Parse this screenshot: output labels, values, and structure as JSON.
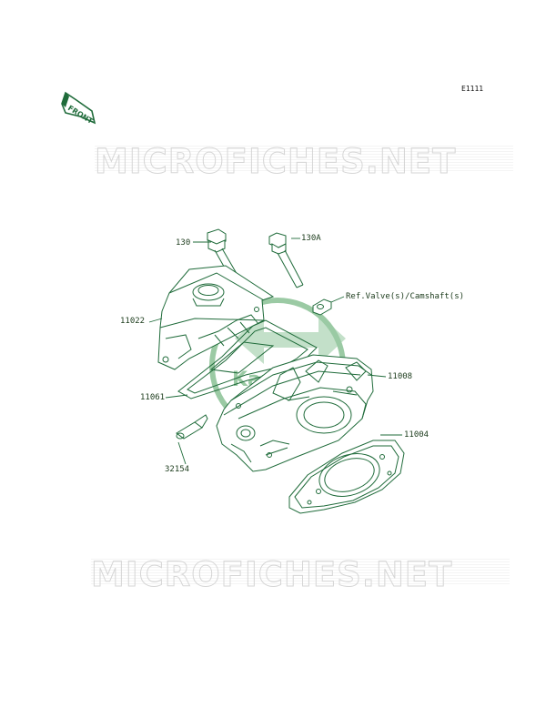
{
  "diagram": {
    "ref_code": "E1111",
    "front_label": "FRONT",
    "watermark_text": "MICROFICHES.NET",
    "logo_text": "Kawasaki",
    "line_color": "#1f6b3a",
    "watermark_color": "#d6d6d6",
    "logo_color": "#4aa05a"
  },
  "parts": [
    {
      "id": "130",
      "label": "130"
    },
    {
      "id": "130A",
      "label": "130A"
    },
    {
      "id": "ref",
      "label": "Ref.Valve(s)/Camshaft(s)"
    },
    {
      "id": "11022",
      "label": "11022"
    },
    {
      "id": "11008",
      "label": "11008"
    },
    {
      "id": "11061",
      "label": "11061"
    },
    {
      "id": "11004",
      "label": "11004"
    },
    {
      "id": "32154",
      "label": "32154"
    }
  ]
}
